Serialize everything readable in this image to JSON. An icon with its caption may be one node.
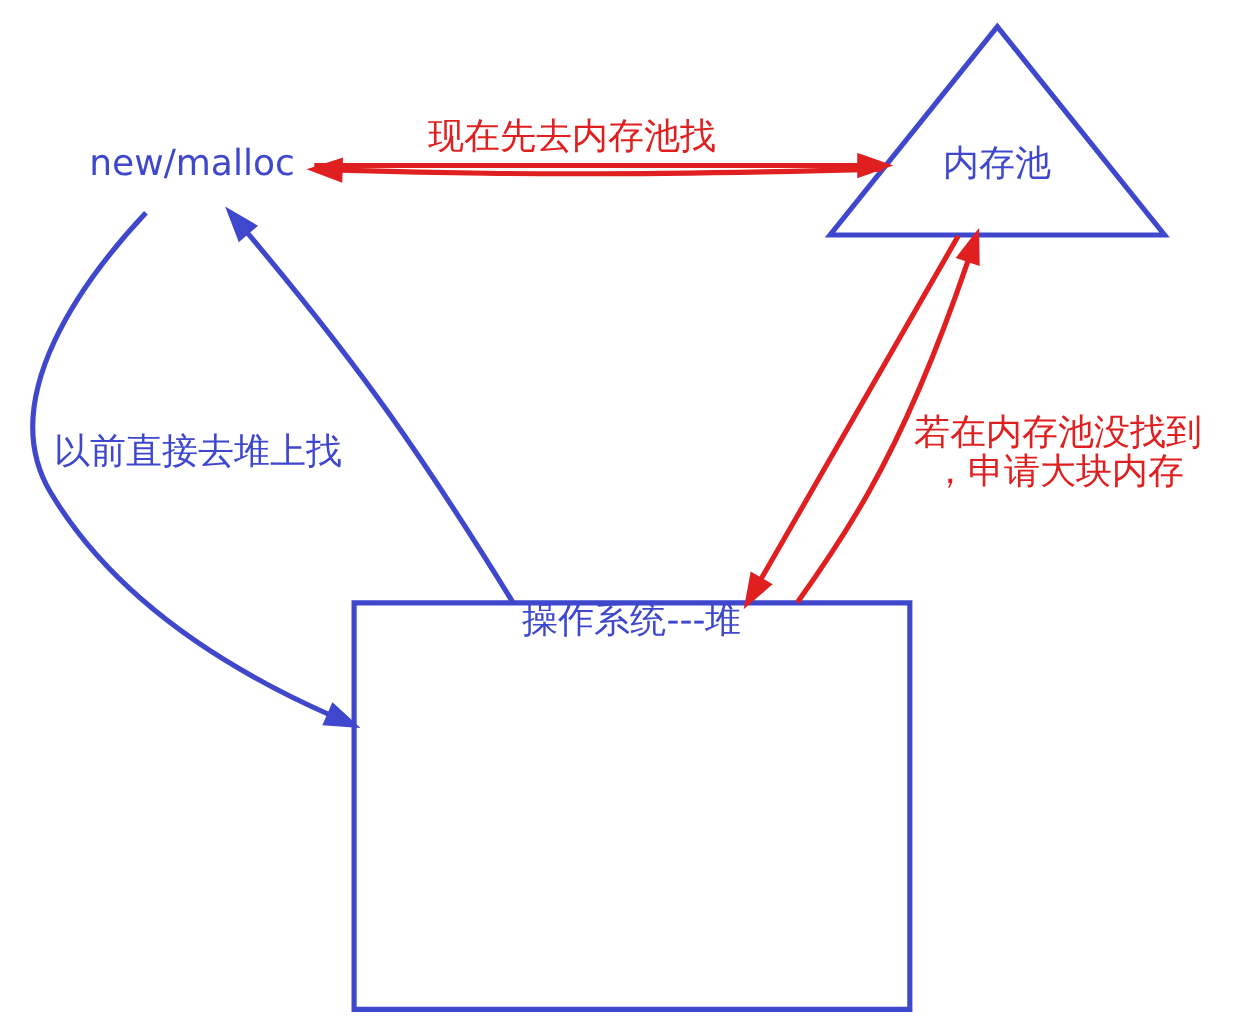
{
  "diagram": {
    "nodes": [
      {
        "text": [
          "new/malloc"
        ]
      },
      {
        "text": [
          "内存池"
        ]
      },
      {
        "text": [
          "操作系统---堆"
        ]
      }
    ],
    "edges": [
      {
        "from": 0,
        "to": 1,
        "arrow": "to",
        "label": "现在先去内存池找"
      },
      {
        "from": 1,
        "to": 0,
        "arrow": "to"
      },
      {
        "from": 0,
        "to": 2,
        "arrow": "to",
        "label": "以前直接去堆上找",
        "color": "#3f48cc"
      },
      {
        "from": 2,
        "to": 0,
        "arrow": "to",
        "color": "#3f48cc"
      },
      {
        "from": 1,
        "to": 2,
        "arrow": "to"
      },
      {
        "from": 2,
        "to": 1,
        "arrow": "to",
        "label": "若在内存池没找到，申请大块内存"
      }
    ]
  }
}
